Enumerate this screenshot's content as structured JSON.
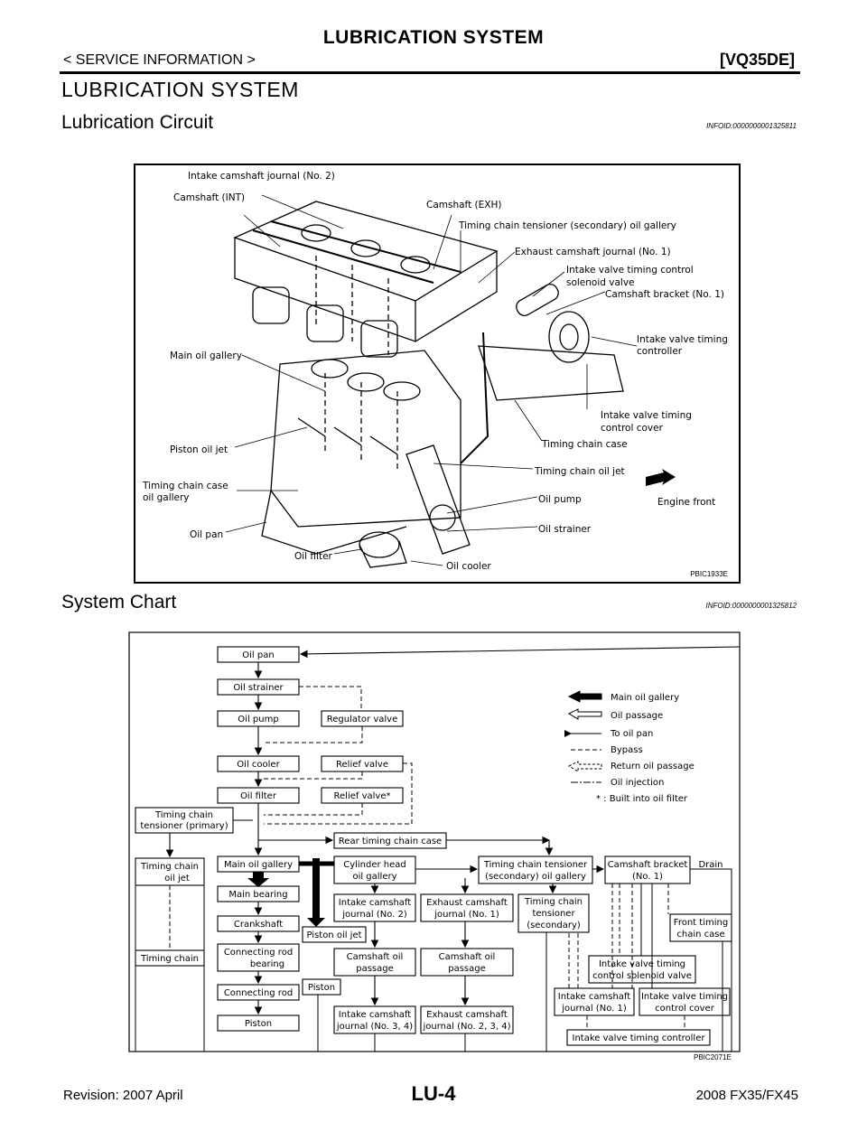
{
  "header": {
    "title": "LUBRICATION SYSTEM",
    "section": "< SERVICE INFORMATION >",
    "model": "[VQ35DE]"
  },
  "page_title": "LUBRICATION SYSTEM",
  "circuit": {
    "heading": "Lubrication Circuit",
    "info_id": "INFOID:0000000001325811",
    "figure_code": "PBIC1933E",
    "labels": [
      "Intake camshaft journal (No. 2)",
      "Camshaft (INT)",
      "Camshaft (EXH)",
      "Timing chain tensioner (secondary) oil gallery",
      "Exhaust camshaft journal (No. 1)",
      "Intake valve timing control",
      "solenoid valve",
      "Camshaft bracket (No. 1)",
      "Intake valve timing",
      "controller",
      "Main oil gallery",
      "Intake valve timing",
      "control cover",
      "Timing chain case",
      "Piston oil jet",
      "Timing chain oil jet",
      "Timing chain case",
      "oil gallery",
      "Oil pump",
      "Engine front",
      "Oil strainer",
      "Oil pan",
      "Oil filter",
      "Oil cooler"
    ]
  },
  "chart": {
    "heading": "System Chart",
    "info_id": "INFOID:0000000001325812",
    "figure_code": "PBIC2071E",
    "boxes": {
      "oil_pan": "Oil pan",
      "oil_strainer": "Oil strainer",
      "oil_pump": "Oil pump",
      "regulator_valve": "Regulator valve",
      "oil_cooler": "Oil cooler",
      "relief_valve": "Relief valve",
      "oil_filter": "Oil filter",
      "relief_valve_star": "Relief valve*",
      "tct_primary_1": "Timing chain",
      "tct_primary_2": "tensioner (primary)",
      "rear_tcc": "Rear timing chain case",
      "tc_oil_jet_1": "Timing chain",
      "tc_oil_jet_2": "oil jet",
      "main_oil_gallery": "Main oil gallery",
      "cyl_head_1": "Cylinder head",
      "cyl_head_2": "oil gallery",
      "tct_sec_gal_1": "Timing chain tensioner",
      "tct_sec_gal_2": "(secondary) oil gallery",
      "cam_bracket_1": "Camshaft bracket",
      "cam_bracket_2": "(No. 1)",
      "drain": "Drain",
      "main_bearing": "Main bearing",
      "int_cam_j2_1": "Intake camshaft",
      "int_cam_j2_2": "journal (No. 2)",
      "exh_cam_j1_1": "Exhaust camshaft",
      "exh_cam_j1_2": "journal (No. 1)",
      "tct_sec_1": "Timing chain",
      "tct_sec_2": "tensioner",
      "tct_sec_3": "(secondary)",
      "crankshaft": "Crankshaft",
      "piston_oil_jet": "Piston oil jet",
      "front_tcc_1": "Front timing",
      "front_tcc_2": "chain case",
      "timing_chain": "Timing chain",
      "conrod_bearing_1": "Connecting rod",
      "conrod_bearing_2": "bearing",
      "cam_oil_passage_int_1": "Camshaft oil",
      "cam_oil_passage_int_2": "passage",
      "cam_oil_passage_exh_1": "Camshaft oil",
      "cam_oil_passage_exh_2": "passage",
      "ivtc_solenoid_1": "Intake valve timing",
      "ivtc_solenoid_2": "control solenoid valve",
      "piston_a": "Piston",
      "connecting_rod": "Connecting rod",
      "int_cam_j1_1": "Intake camshaft",
      "int_cam_j1_2": "journal (No. 1)",
      "ivt_cover_1": "Intake valve timing",
      "ivt_cover_2": "control cover",
      "piston_b": "Piston",
      "int_cam_j34_1": "Intake camshaft",
      "int_cam_j34_2": "journal (No. 3, 4)",
      "exh_cam_j234_1": "Exhaust camshaft",
      "exh_cam_j234_2": "journal (No. 2, 3, 4)",
      "ivt_controller": "Intake valve timing controller"
    },
    "legend": {
      "main_oil_gallery": "Main oil gallery",
      "oil_passage": "Oil passage",
      "to_oil_pan": "To oil pan",
      "bypass": "Bypass",
      "return_oil_passage": "Return oil passage",
      "oil_injection": "Oil injection",
      "note": "* : Built into oil filter"
    }
  },
  "footer": {
    "revision": "Revision: 2007 April",
    "page_number": "LU-4",
    "model": "2008 FX35/FX45"
  }
}
